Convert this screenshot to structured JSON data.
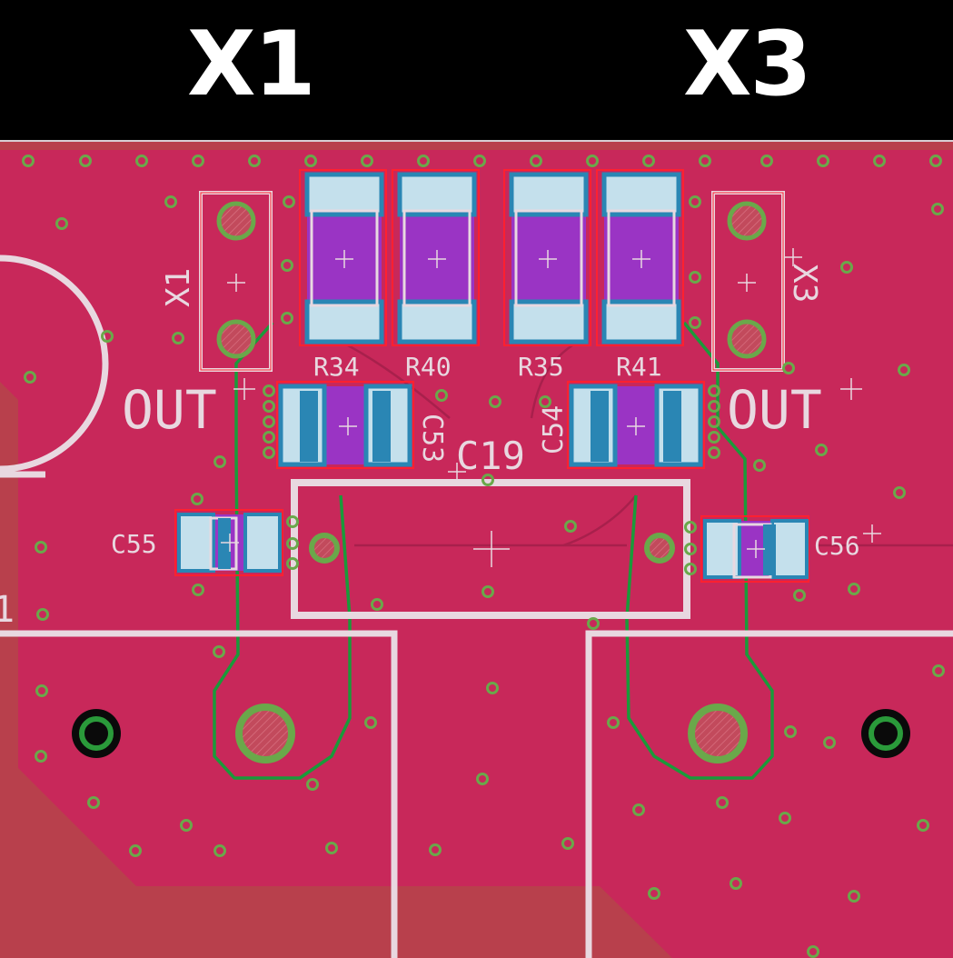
{
  "header": {
    "left_label": "X1",
    "right_label": "X3"
  },
  "silkscreen": {
    "x1": "X1",
    "x3": "X3",
    "out_left": "OUT",
    "out_right": "OUT",
    "r34": "R34",
    "r40": "R40",
    "r35": "R35",
    "r41": "R41",
    "c53": "C53",
    "c54": "C54",
    "c19": "C19",
    "c55": "C55",
    "c56": "C56",
    "edge_digit": "1"
  },
  "colors": {
    "header_bg": "#000000",
    "board_copper": "#c8285a",
    "board_bottom": "#b8404c",
    "silkscreen": "#e8d8e0",
    "pad": "#c4e0ec",
    "pad_border": "#2a86b4",
    "via": "#6aa84a",
    "outline_green": "#1a9a3a",
    "resistor_body": "#9a34c4",
    "component_outline": "#ff2030"
  }
}
